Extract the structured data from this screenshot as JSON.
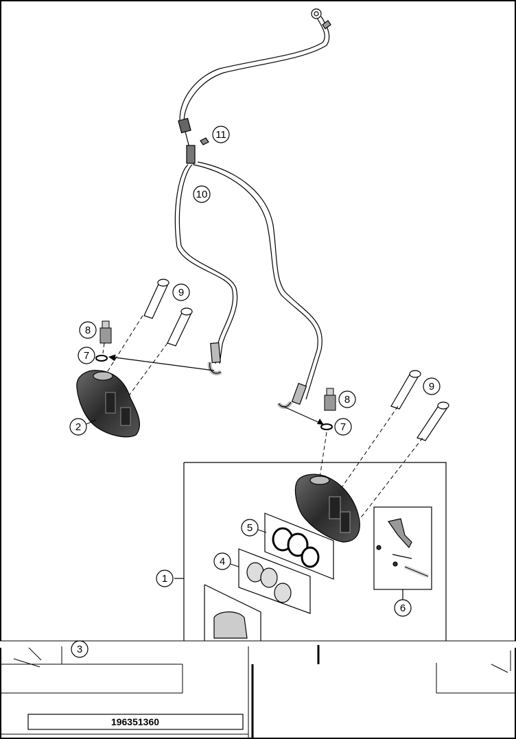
{
  "diagram": {
    "part_number": "196351360",
    "callouts": {
      "c1": "1",
      "c2": "2",
      "c3": "3",
      "c4": "4",
      "c5": "5",
      "c6": "6",
      "c7_left": "7",
      "c7_right": "7",
      "c8_left": "8",
      "c8_right": "8",
      "c9_left": "9",
      "c9_right": "9",
      "c10": "10",
      "c11": "11"
    }
  }
}
